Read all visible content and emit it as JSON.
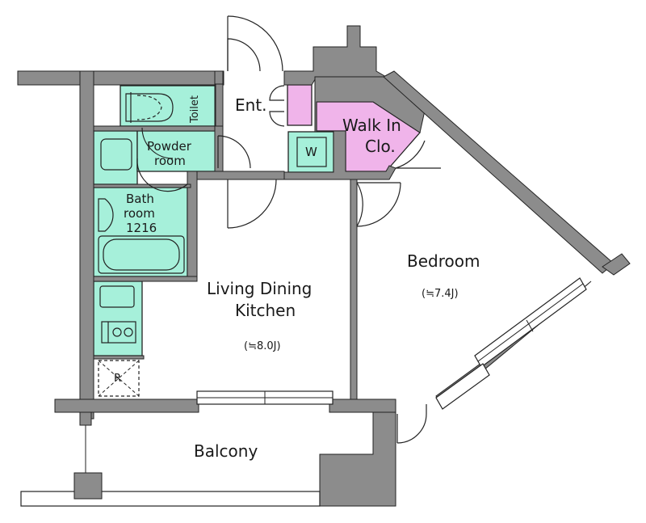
{
  "rooms": {
    "entrance": "Ent.",
    "toilet": "Toilet",
    "walk_in_line1": "Walk In",
    "walk_in_line2": "Clo.",
    "wardrobe": "W",
    "powder_line1": "Powder",
    "powder_line2": "room",
    "bath_line1": "Bath",
    "bath_line2": "room",
    "bath_line3": "1216",
    "bedroom": "Bedroom",
    "bedroom_size": "(≒7.4J)",
    "ldk_line1": "Living Dining",
    "ldk_line2": "Kitchen",
    "ldk_size": "(≒8.0J)",
    "fridge": "R",
    "balcony": "Balcony"
  },
  "colors": {
    "wall": "#8c8c8c",
    "wet_area": "#a6f0da",
    "closet": "#f0b4ea",
    "background": "#ffffff",
    "line": "#222222"
  }
}
